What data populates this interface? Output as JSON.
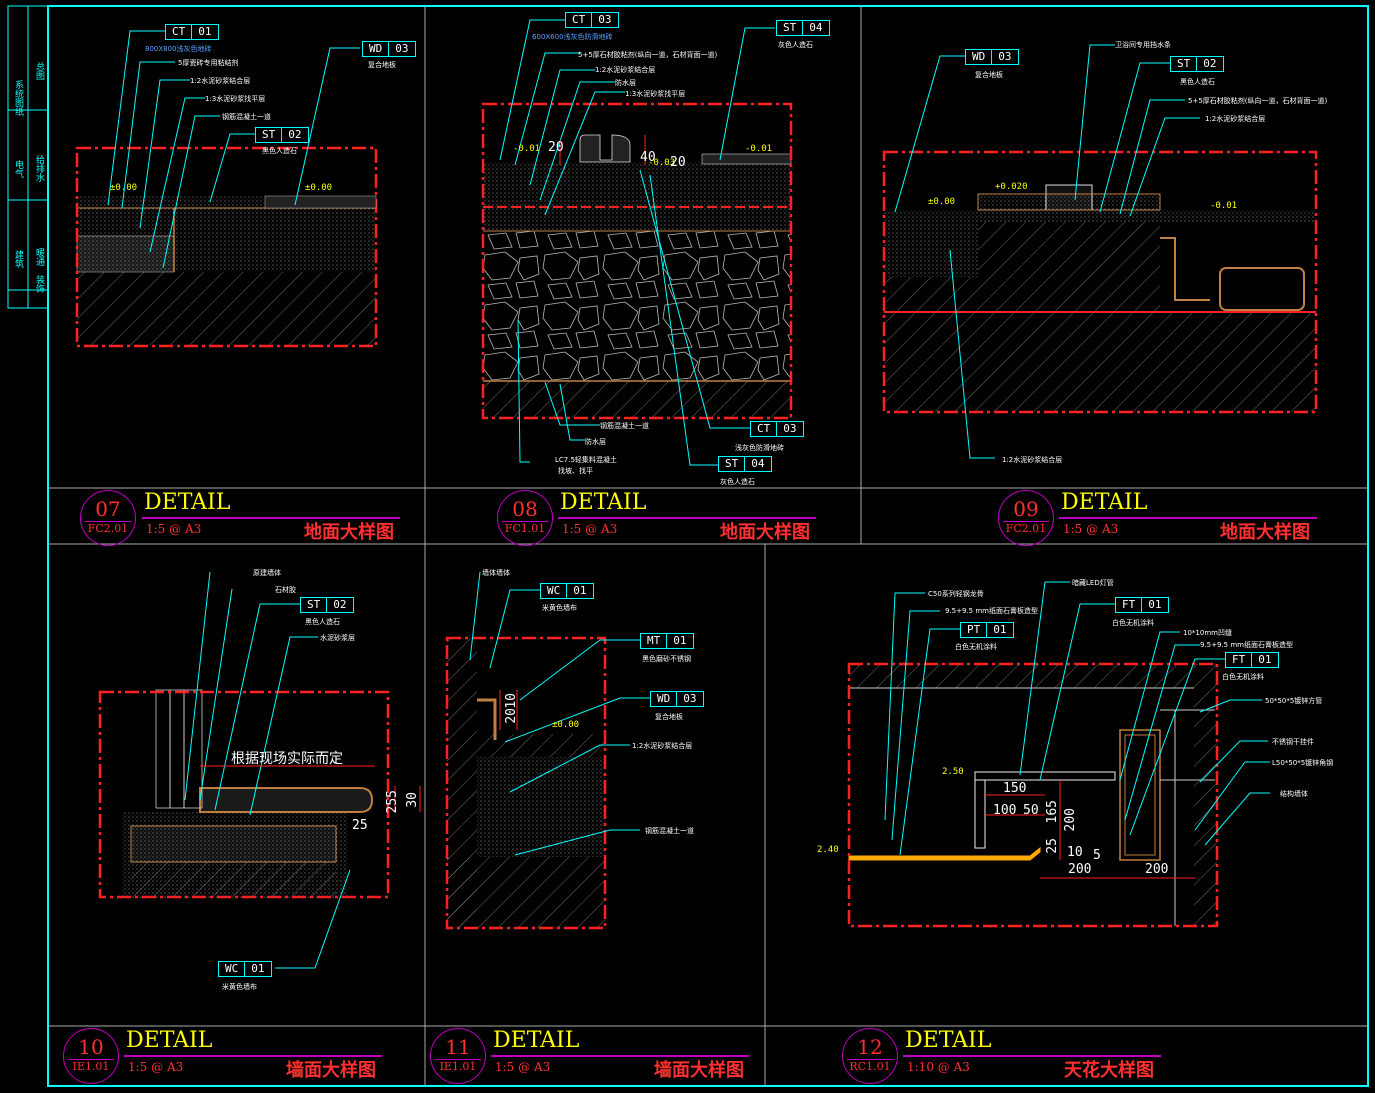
{
  "details": [
    {
      "id": "07",
      "ref": "FC2.01",
      "title": "DETAIL",
      "scale": "1:5 @ A3",
      "name": "地面大样图"
    },
    {
      "id": "08",
      "ref": "FC1.01",
      "title": "DETAIL",
      "scale": "1:5 @ A3",
      "name": "地面大样图"
    },
    {
      "id": "09",
      "ref": "FC2.01",
      "title": "DETAIL",
      "scale": "1:5 @ A3",
      "name": "地面大样图"
    },
    {
      "id": "10",
      "ref": "IE1.01",
      "title": "DETAIL",
      "scale": "1:5 @ A3",
      "name": "墙面大样图"
    },
    {
      "id": "11",
      "ref": "IE1.01",
      "title": "DETAIL",
      "scale": "1:5 @ A3",
      "name": "墙面大样图"
    },
    {
      "id": "12",
      "ref": "RC1.01",
      "title": "DETAIL",
      "scale": "1:10 @ A3",
      "name": "天花大样图"
    }
  ],
  "tags": {
    "ct01": {
      "code": "CT",
      "num": "01"
    },
    "ct03": {
      "code": "CT",
      "num": "03"
    },
    "st02": {
      "code": "ST",
      "num": "02"
    },
    "st04": {
      "code": "ST",
      "num": "04"
    },
    "wd03": {
      "code": "WD",
      "num": "03"
    },
    "wc01": {
      "code": "WC",
      "num": "01"
    },
    "mt01": {
      "code": "MT",
      "num": "01"
    },
    "ft01": {
      "code": "FT",
      "num": "01"
    },
    "pt01": {
      "code": "PT",
      "num": "01"
    }
  },
  "notes": {
    "n07_1": "800X800浅灰色地砖",
    "n07_2": "5厚瓷砖专用粘结剂",
    "n07_3": "1:2水泥砂浆结合层",
    "n07_4": "1:3水泥砂浆找平层",
    "n07_5": "钢筋混凝土一道",
    "n07_6": "黑色人造石",
    "n07_7": "复合地板",
    "n08_1": "600X600浅灰色防滑地砖",
    "n08_2": "5+5厚石材胶粘剂(纵向一道，石材背面一道)",
    "n08_3": "1:2水泥砂浆结合层",
    "n08_4": "防水层",
    "n08_5": "1:3水泥砂浆找平层",
    "n08_6": "灰色人造石",
    "n08_7": "钢筋混凝土一道",
    "n08_8": "防水层",
    "n08_9": "LC7.5轻集料混凝土",
    "n08_10": "找坡、找平",
    "n08_11": "浅灰色防滑地砖",
    "n08_12": "灰色人造石",
    "n09_1": "复合地板",
    "n09_2": "卫浴间专用挡水条",
    "n09_3": "黑色人造石",
    "n09_4": "5+5厚石材胶粘剂(纵向一道，石材背面一道)",
    "n09_5": "1:2水泥砂浆结合层",
    "n09_6": "1:2水泥砂浆结合层",
    "n10_1": "原建墙体",
    "n10_2": "石材胶",
    "n10_3": "黑色人造石",
    "n10_4": "水泥砂浆层",
    "n10_5": "米黄色墙布",
    "n10_note": "根据现场实际而定",
    "n11_1": "墙体墙体",
    "n11_2": "米黄色墙布",
    "n11_3": "黑色磨砂不锈钢",
    "n11_4": "复合地板",
    "n11_5": "1:2水泥砂浆结合层",
    "n11_6": "钢筋混凝土一道",
    "n12_1": "C50系列轻钢龙骨",
    "n12_2": "9.5+9.5 mm纸面石膏板造型",
    "n12_3": "白色无机涂料",
    "n12_4": "暗藏LED灯管",
    "n12_5": "白色无机涂料",
    "n12_6": "10*10mm凹缝",
    "n12_7": "9.5+9.5 mm纸面石膏板造型",
    "n12_8": "白色无机涂料",
    "n12_9": "50*50*5镀锌方管",
    "n12_10": "不锈钢干挂件",
    "n12_11": "L50*50*5镀锌角钢",
    "n12_12": "结构墙体"
  },
  "levels": {
    "l07a": "±0.00",
    "l07b": "±0.00",
    "l08a": "-0.01",
    "l08b": "-0.03",
    "l08c": "-0.01",
    "l09a": "±0.00",
    "l09b": "+0.020",
    "l09c": "-0.01",
    "l11": "±0.00",
    "l12a": "2.50",
    "l12b": "2.40"
  },
  "dims": {
    "d08a": "20",
    "d08b": "40",
    "d08c": "20",
    "d10a": "255",
    "d10b": "30",
    "d10c": "25",
    "d11a": "10",
    "d11b": "20",
    "d12a": "150",
    "d12b": "100",
    "d12c": "50",
    "d12d": "165",
    "d12e": "200",
    "d12f": "25",
    "d12g": "10",
    "d12h": "5",
    "d12i": "200",
    "d12j": "200"
  },
  "sidebar": {
    "s1": "总图",
    "s2": "系统图纸",
    "s3": "给排水",
    "s4": "电气",
    "s5": "暖通",
    "s6": "建筑",
    "s7": "装饰"
  }
}
